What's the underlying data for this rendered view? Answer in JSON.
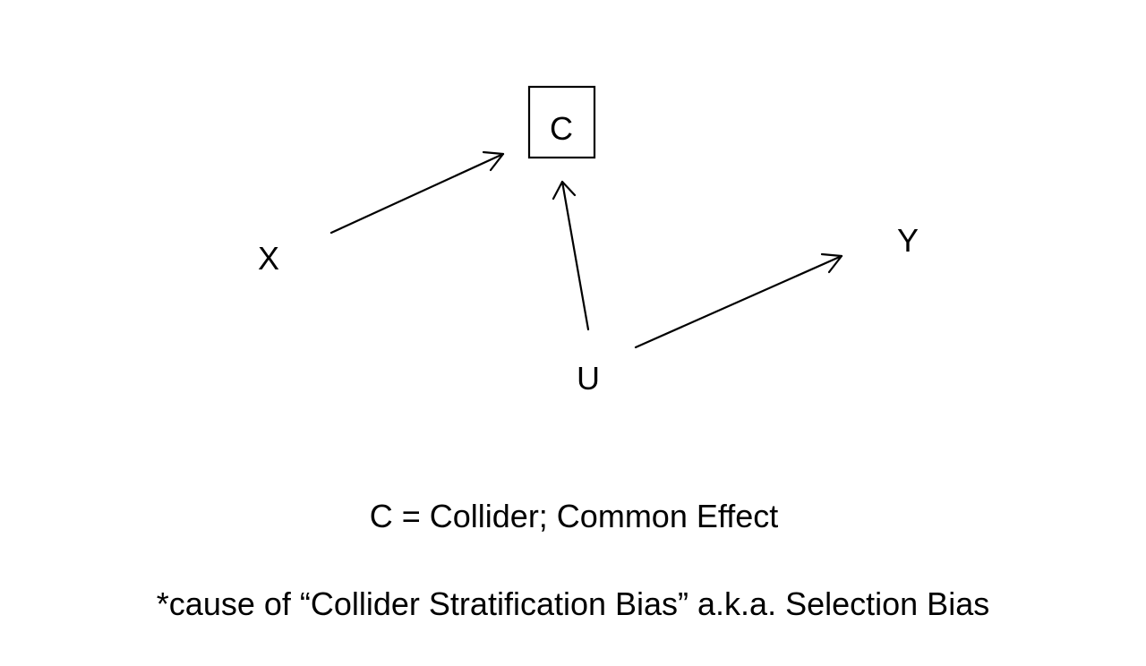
{
  "diagram": {
    "nodes": [
      {
        "id": "X",
        "label": "X",
        "boxed": false
      },
      {
        "id": "C",
        "label": "C",
        "boxed": true
      },
      {
        "id": "Y",
        "label": "Y",
        "boxed": false
      },
      {
        "id": "U",
        "label": "U",
        "boxed": false
      }
    ],
    "edges": [
      {
        "from": "X",
        "to": "C"
      },
      {
        "from": "U",
        "to": "C"
      },
      {
        "from": "U",
        "to": "Y"
      }
    ]
  },
  "captions": {
    "legend": "C = Collider; Common Effect",
    "note": "*cause of “Collider Stratification Bias” a.k.a. Selection Bias"
  },
  "colors": {
    "ink": "#000000",
    "background": "#ffffff"
  }
}
